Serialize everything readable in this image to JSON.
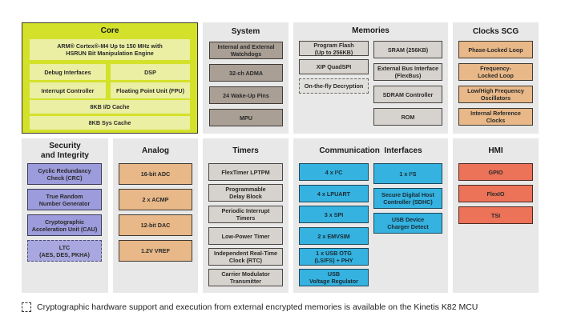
{
  "diagram": {
    "core": {
      "title": "Core",
      "blocks": [
        "ARM® Cortex®-M4 Up to 150 MHz with\nHSRUN Bit Manipulation Engine",
        "Debug Interfaces",
        "DSP",
        "Interrupt Controller",
        "Floating Point Unit (FPU)",
        "8KB I/D Cache",
        "8KB Sys Cache"
      ]
    },
    "system": {
      "title": "System",
      "blocks": [
        "Internal and External\nWatchdogs",
        "32-ch ADMA",
        "24 Wake-Up Pins",
        "MPU"
      ]
    },
    "memories": {
      "title": "Memories",
      "left_blocks": [
        "Program Flash\n(Up to 256KB)",
        "XIP QuadSPI",
        "On-the-fly Decryption"
      ],
      "right_blocks": [
        "SRAM (256KB)",
        "External Bus Interface\n(FlexBus)",
        "SDRAM Controller",
        "ROM"
      ]
    },
    "clocks": {
      "title": "Clocks SCG",
      "blocks": [
        "Phase-Locked Loop",
        "Frequency-\nLocked Loop",
        "Low/High Frequency\nOscillators",
        "Internal Reference\nClocks"
      ]
    },
    "security": {
      "title": "Security\nand Integrity",
      "blocks": [
        "Cyclic Redundancy\nCheck (CRC)",
        "True Random\nNumber Generator",
        "Cryptographic\nAcceleration Unit (CAU)",
        "LTC\n(AES, DES, PKHA)"
      ]
    },
    "analog": {
      "title": "Analog",
      "blocks": [
        "16-bit ADC",
        "2 x ACMP",
        "12-bit DAC",
        "1.2V VREF"
      ]
    },
    "timers": {
      "title": "Timers",
      "blocks": [
        "FlexTimer LPTPM",
        "Programmable\nDelay Block",
        "Periodic Interrupt\nTimers",
        "Low-Power Timer",
        "Independent Real-Time\nClock (RTC)",
        "Carrier Modulator\nTransmitter"
      ]
    },
    "communication": {
      "title": "Communication  Interfaces",
      "left_blocks": [
        "4 x I²C",
        "4 x LPUART",
        "3 x SPI",
        "2 x EMVSIM",
        "1 x USB OTG\n(LS/FS) + PHY",
        "USB\nVoltage Regulator"
      ],
      "right_blocks": [
        "1 x I²S",
        "Secure Digital Host\nController (SDHC)",
        "USB Device\nCharger Detect"
      ]
    },
    "hmi": {
      "title": "HMI",
      "blocks": [
        "GPIO",
        "FlexIO",
        "TSI"
      ]
    }
  },
  "legend": {
    "text": "Cryptographic hardware support and execution from external encrypted memories is available on the Kinetis K82 MCU"
  },
  "colors": {
    "core": "#d4e12a",
    "core_block": "#eaefa3",
    "system": "#a99f94",
    "memory": "#d6d2cd",
    "clocks_analog": "#e8b888",
    "security": "#9c9bdb",
    "communication": "#35b2e0",
    "hmi": "#ec7258",
    "panel_bg": "#e8e8e8"
  }
}
